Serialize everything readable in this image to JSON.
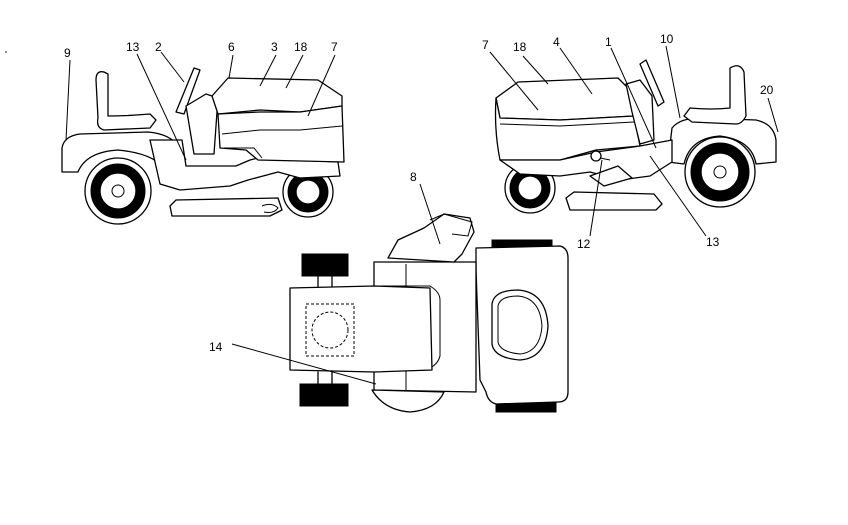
{
  "views": {
    "left_view": {
      "callouts": [
        "9",
        "13",
        "2",
        "6",
        "3",
        "18",
        "7"
      ]
    },
    "right_view": {
      "callouts": [
        "7",
        "18",
        "4",
        "1",
        "10",
        "20",
        "12",
        "13"
      ]
    },
    "top_view": {
      "callouts": [
        "8",
        "14"
      ]
    }
  }
}
